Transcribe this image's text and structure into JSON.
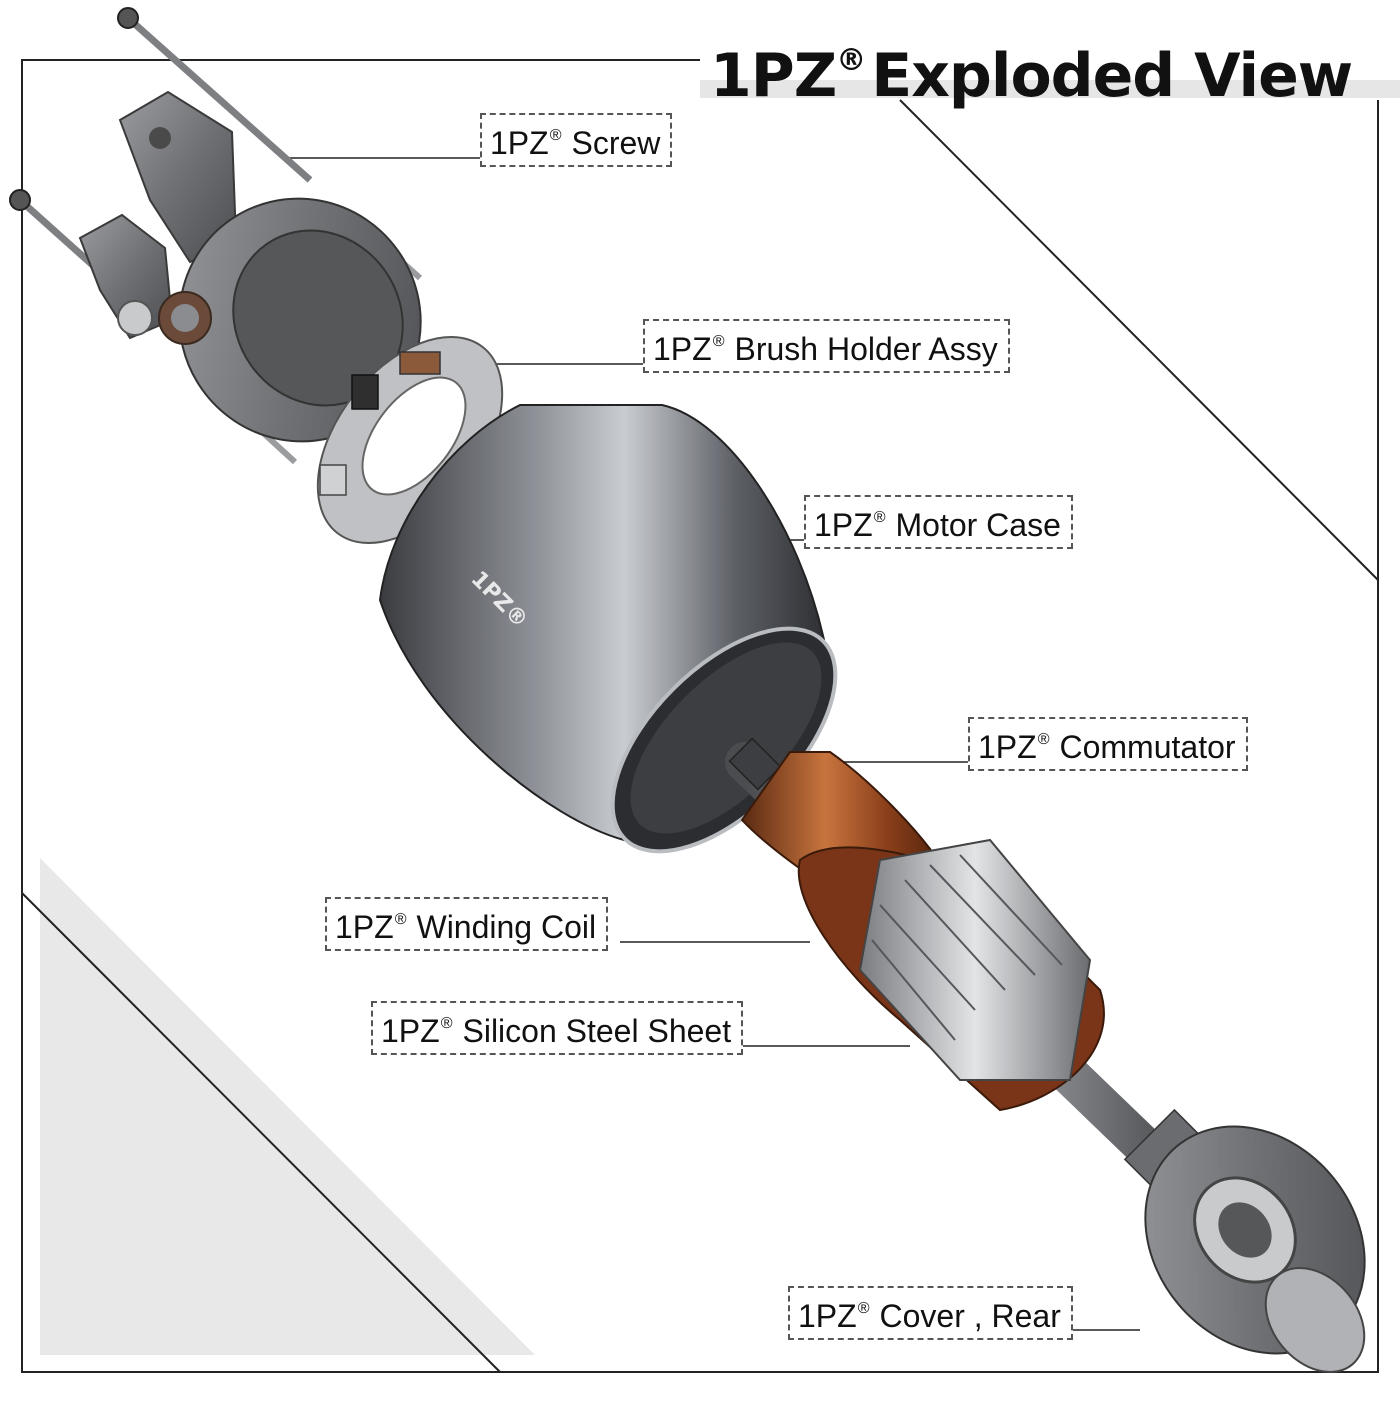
{
  "title": {
    "brand": "1PZ",
    "reg": "®",
    "text": "Exploded View"
  },
  "labels": [
    {
      "brand": "1PZ",
      "reg": "®",
      "text": "Screw"
    },
    {
      "brand": "1PZ",
      "reg": "®",
      "text": "Brush Holder Assy"
    },
    {
      "brand": "1PZ",
      "reg": "®",
      "text": "Motor Case"
    },
    {
      "brand": "1PZ",
      "reg": "®",
      "text": "Commutator"
    },
    {
      "brand": "1PZ",
      "reg": "®",
      "text": "Winding Coil"
    },
    {
      "brand": "1PZ",
      "reg": "®",
      "text": "Silicon Steel Sheet"
    },
    {
      "brand": "1PZ",
      "reg": "®",
      "text": "Cover , Rear"
    }
  ],
  "case_mark": "1PZ®",
  "colors": {
    "frame": "#222222",
    "label_border": "#555555",
    "triangle": "#e8e8e8",
    "copper": "#a0522d",
    "metal": "#7d7f82"
  }
}
